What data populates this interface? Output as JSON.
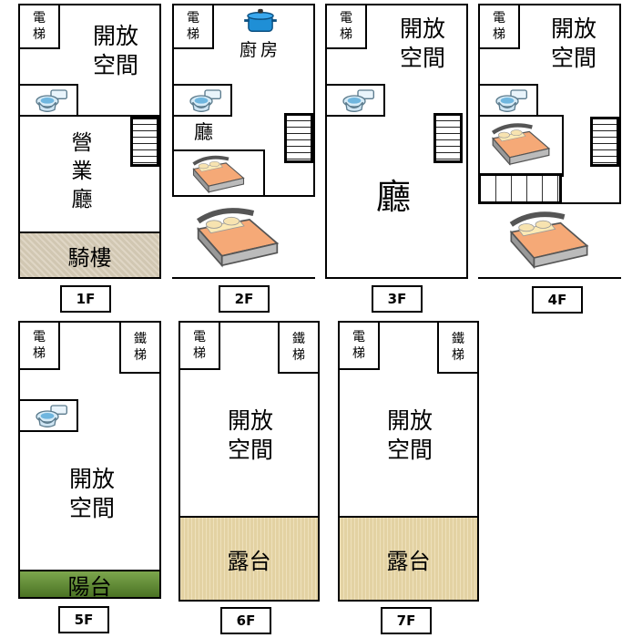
{
  "labels": {
    "elevator": "電\n梯",
    "iron_stairs": "鐵\n梯",
    "open_space": "開放\n空間",
    "business_hall": "營\n業\n廳",
    "arcade": "騎樓",
    "kitchen": "廚房",
    "hall": "廳",
    "balcony": "陽台",
    "terrace": "露台"
  },
  "floors": [
    "1F",
    "2F",
    "3F",
    "4F",
    "5F",
    "6F",
    "7F"
  ],
  "colors": {
    "arcade": "#d8cdb8",
    "terrace": "#ead9a8",
    "balcony": "#5d8a31",
    "pot": "#1f8fd6",
    "bed_sheet": "#f5a977",
    "bed_frame": "#666666"
  },
  "icons": [
    "toilet-icon",
    "bed-icon",
    "cooking-pot-icon",
    "staircase-icon"
  ]
}
